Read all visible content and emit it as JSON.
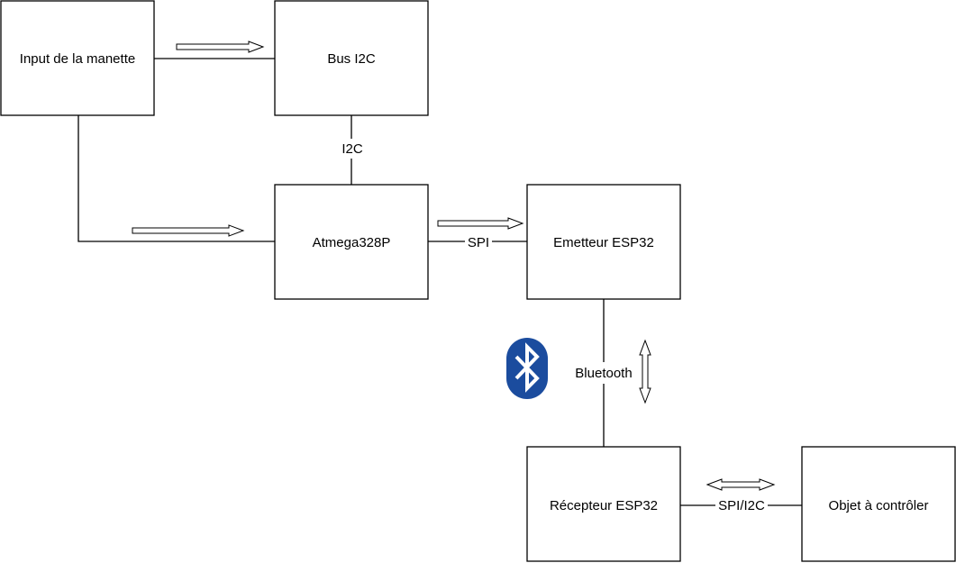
{
  "diagram": {
    "boxes": {
      "input": "Input de la manette",
      "bus": "Bus I2C",
      "atmega": "Atmega328P",
      "emetteur": "Emetteur ESP32",
      "recepteur": "Récepteur ESP32",
      "objet": "Objet à contrôler"
    },
    "connections": {
      "i2c": "I2C",
      "spi": "SPI",
      "bluetooth": "Bluetooth",
      "spi_i2c": "SPI/I2C"
    },
    "icons": {
      "bluetooth_logo": "bluetooth-icon"
    },
    "colors": {
      "bluetooth_blue": "#1B4C9E",
      "stroke": "#000000"
    }
  }
}
